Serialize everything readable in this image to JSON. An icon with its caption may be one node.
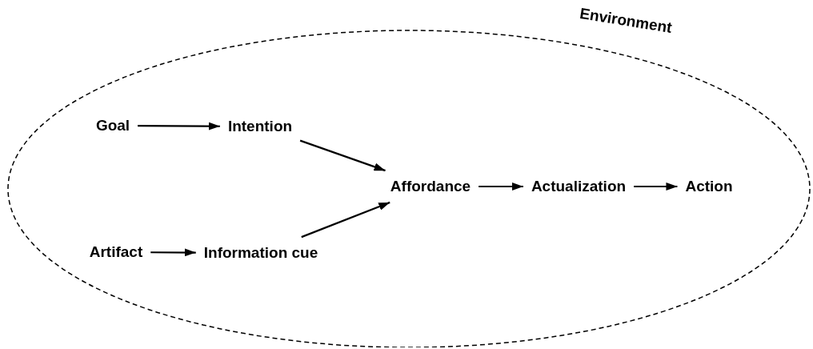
{
  "diagram": {
    "nodes": [
      {
        "text": [
          "Environment"
        ]
      },
      {
        "text": [
          "Goal"
        ],
        "in": 0
      },
      {
        "text": [
          "Intention"
        ],
        "in": 0
      },
      {
        "text": [
          "Affordance"
        ],
        "in": 0
      },
      {
        "text": [
          "Actualization"
        ],
        "in": 0
      },
      {
        "text": [
          "Action"
        ],
        "in": 0
      },
      {
        "text": [
          "Artifact"
        ],
        "in": 0
      },
      {
        "text": [
          "Information cue"
        ],
        "in": 0
      }
    ],
    "edges": [
      {
        "from": 1,
        "to": 2,
        "arrow": "to"
      },
      {
        "from": 2,
        "to": 3,
        "arrow": "to"
      },
      {
        "from": 6,
        "to": 7,
        "arrow": "to"
      },
      {
        "from": 7,
        "to": 3,
        "arrow": "to"
      },
      {
        "from": 3,
        "to": 4,
        "arrow": "to"
      },
      {
        "from": 4,
        "to": 5,
        "arrow": "to"
      }
    ]
  }
}
